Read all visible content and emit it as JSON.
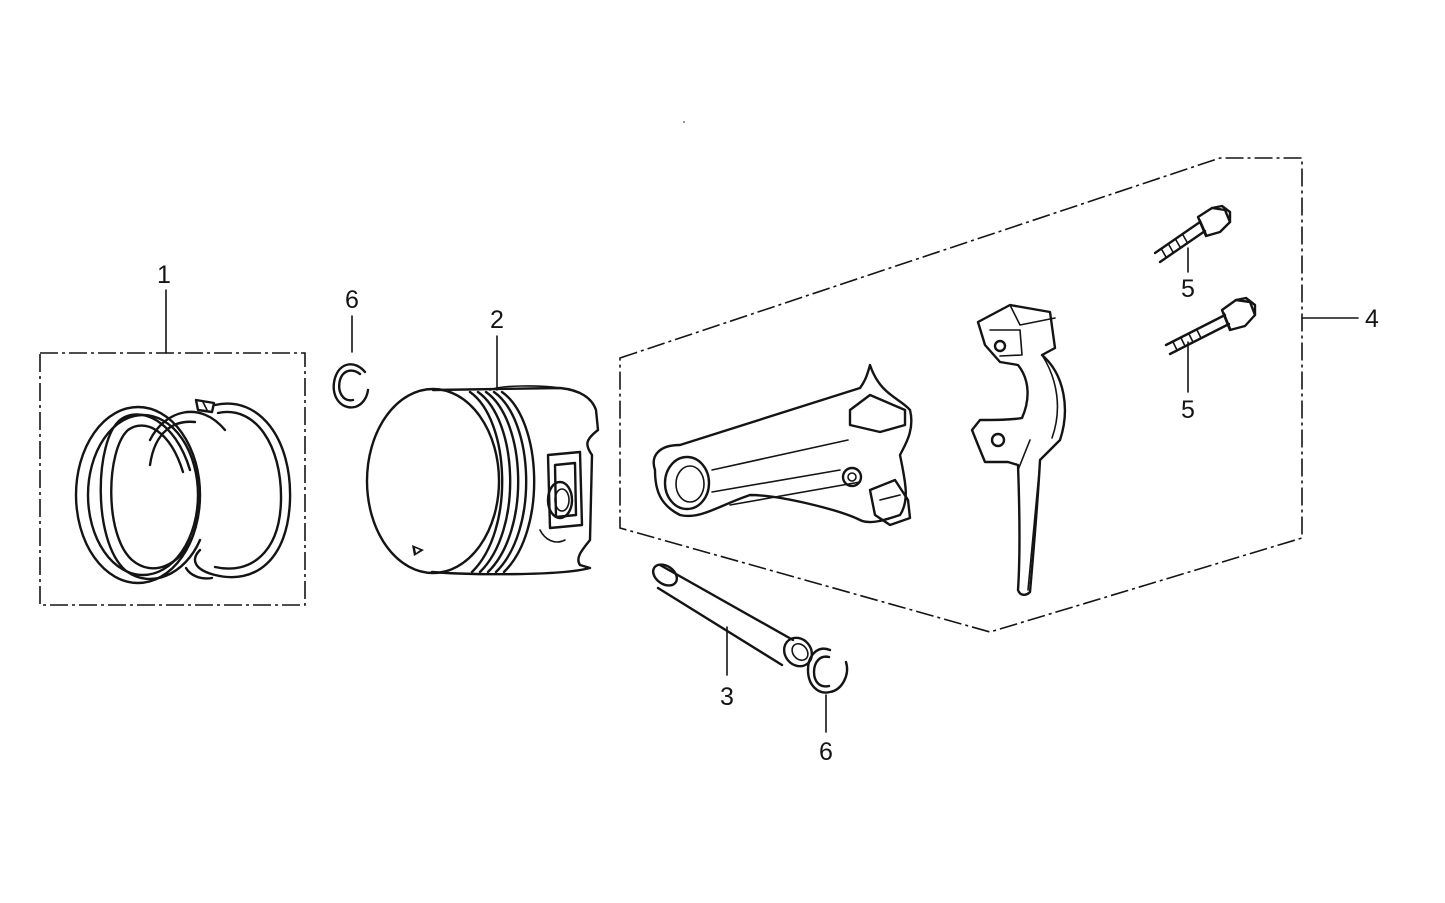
{
  "callouts": [
    {
      "key": "piston-ring-set",
      "label": "1"
    },
    {
      "key": "piston",
      "label": "2"
    },
    {
      "key": "piston-pin",
      "label": "3"
    },
    {
      "key": "connecting-rod-assembly",
      "label": "4"
    },
    {
      "key": "rod-bolt-upper",
      "label": "5"
    },
    {
      "key": "rod-bolt-lower",
      "label": "5"
    },
    {
      "key": "pin-clip-left",
      "label": "6"
    },
    {
      "key": "pin-clip-right",
      "label": "6"
    }
  ],
  "colors": {
    "ink": "#141414",
    "paper": "#ffffff"
  }
}
